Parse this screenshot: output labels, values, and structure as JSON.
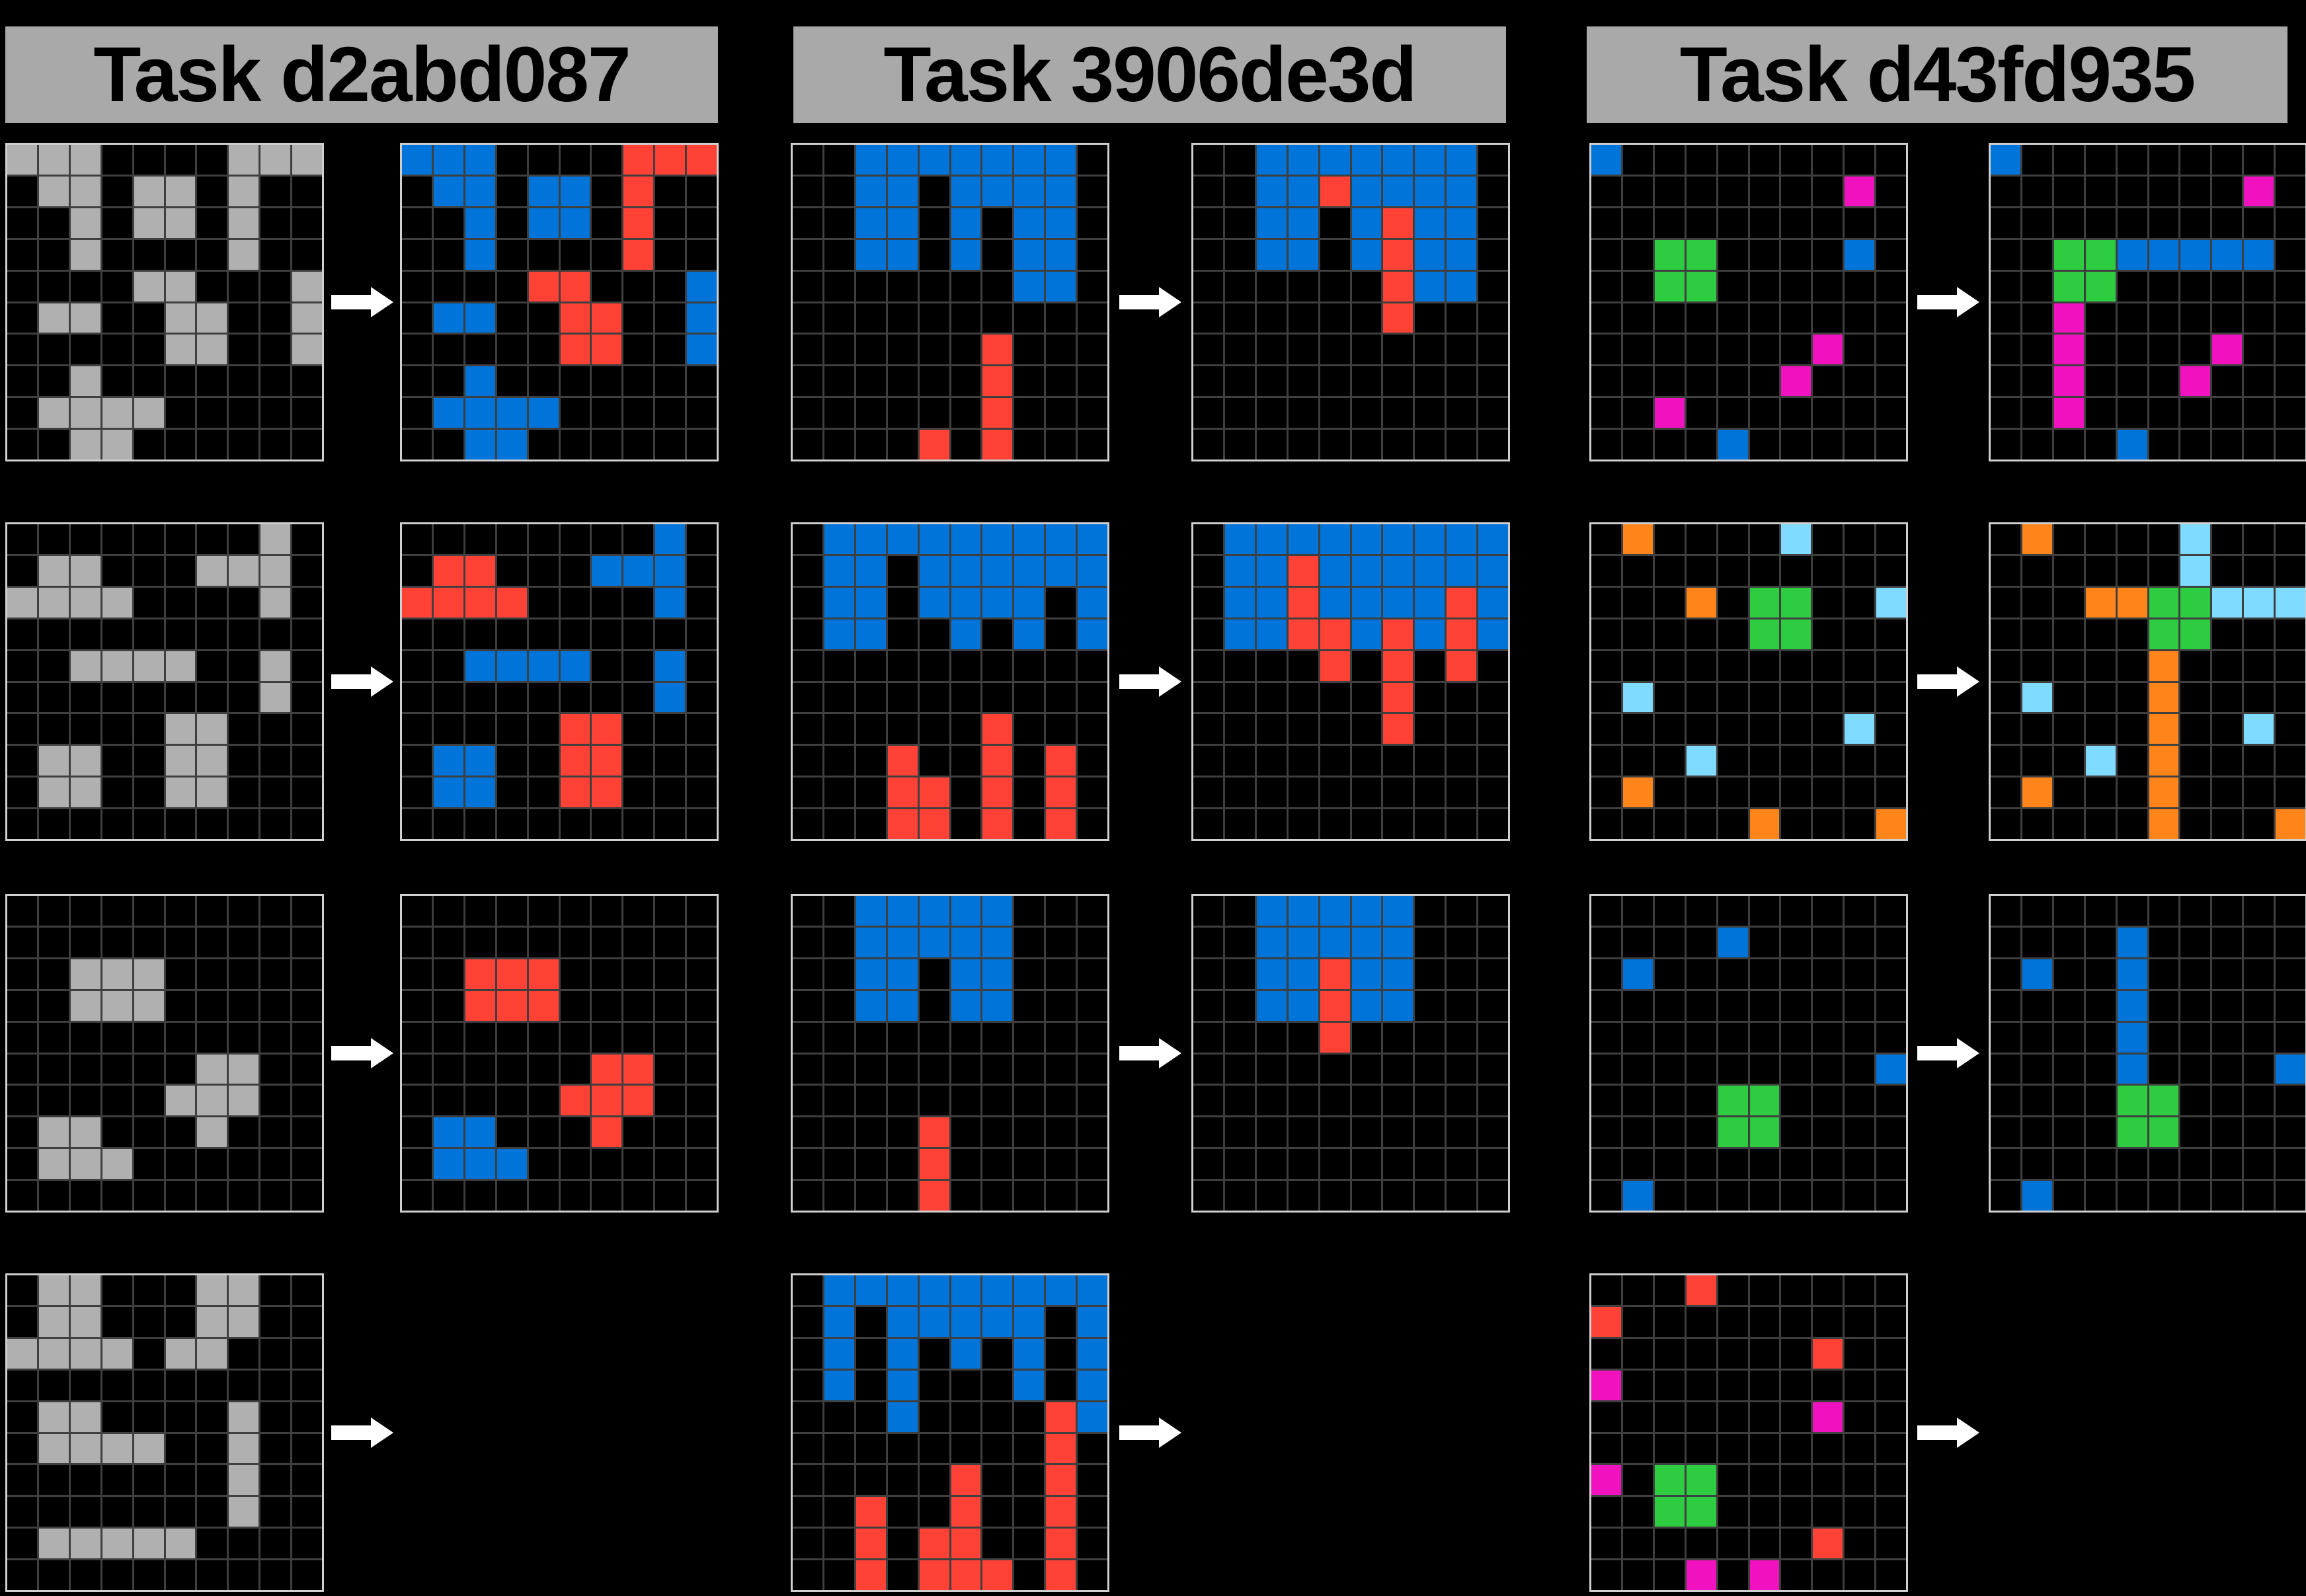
{
  "colors": {
    "background": "#000000",
    "title_bar": "#a9a9a9",
    "title_text": "#000000",
    "grid_line": "#3f3f3f",
    "grid_border": "#cfcfcf",
    "arrow": "#ffffff"
  },
  "palette": {
    ".": "#000000",
    "G": "#b0b0b0",
    "B": "#0074D9",
    "R": "#FF4136",
    "E": "#2ECC40",
    "M": "#F012BE",
    "C": "#7FDBFF",
    "O": "#FF851B"
  },
  "palette_legend": {
    ".": "black-empty",
    "G": "gray",
    "B": "blue",
    "R": "red",
    "E": "green",
    "M": "magenta",
    "C": "light-blue",
    "O": "orange"
  },
  "tasks": [
    {
      "title": "Task d2abd087",
      "pairs": [
        {
          "input": [
            "GGG....GGG",
            ".GG.GG.G..",
            "..G.GG.G..",
            "..G....G..",
            "....GG...G",
            ".GG..GG..G",
            ".....GG..G",
            "..G.......",
            ".GGGG.....",
            "..GG......"
          ],
          "output": [
            "BBB....RRR",
            ".BB.BB.R..",
            "..B.BB.R..",
            "..B....R..",
            "....RR...B",
            ".BB..RR..B",
            ".....RR..B",
            "..B.......",
            ".BBBB.....",
            "..BB......"
          ]
        },
        {
          "input": [
            "........G.",
            ".GG...GGG.",
            "GGGG....G.",
            "..........",
            "..GGGG..G.",
            "........G.",
            ".....GG...",
            ".GG..GG...",
            ".GG..GG...",
            ".........."
          ],
          "output": [
            "........B.",
            ".RR...BBB.",
            "RRRR....B.",
            "..........",
            "..BBBB..B.",
            "........B.",
            ".....RR...",
            ".BB..RR...",
            ".BB..RR...",
            ".........."
          ]
        },
        {
          "input": [
            "..........",
            "..........",
            "..GGG.....",
            "..GGG.....",
            "..........",
            "......GG..",
            ".....GGG..",
            ".GG...G...",
            ".GGG......",
            ".........."
          ],
          "output": [
            "..........",
            "..........",
            "..RRR.....",
            "..RRR.....",
            "..........",
            "......RR..",
            ".....RRR..",
            ".BB...R...",
            ".BBB......",
            ".........."
          ]
        },
        {
          "input": [
            ".GG...GG..",
            ".GG...GG..",
            "GGGG.GG...",
            "..........",
            ".GG....G..",
            ".GGGG..G..",
            ".......G..",
            ".......G..",
            ".GGGGG....",
            ".........."
          ],
          "output": null
        }
      ]
    },
    {
      "title": "Task 3906de3d",
      "pairs": [
        {
          "input": [
            "..BBBBBBB.",
            "..BB.BBBB.",
            "..BB.B.BB.",
            "..BB.B.BB.",
            ".......BB.",
            "..........",
            "......R...",
            "......R...",
            "......R...",
            "....R.R..."
          ],
          "output": [
            "..BBBBBBB.",
            "..BBRBBBB.",
            "..BB.BRBB.",
            "..BB.BRBB.",
            "......RBB.",
            "......R...",
            "..........",
            "..........",
            "..........",
            ".........."
          ]
        },
        {
          "input": [
            ".BBBBBBBBB",
            ".BB.BBBBBB",
            ".BB.BBBB.B",
            ".BB..B.B.B",
            "..........",
            "..........",
            "......R...",
            "...R..R.R.",
            "...RR.R.R.",
            "...RR.R.R."
          ],
          "output": [
            ".BBBBBBBBB",
            ".BBRBBBBBB",
            ".BBRBBBBRB",
            ".BBRRBRBRB",
            "....R.R.R.",
            "......R...",
            "......R...",
            "..........",
            "..........",
            ".........."
          ]
        },
        {
          "input": [
            "..BBBBB...",
            "..BBBBB...",
            "..BB.BB...",
            "..BB.BB...",
            "..........",
            "..........",
            "..........",
            "....R.....",
            "....R.....",
            "....R....."
          ],
          "output": [
            "..BBBBB...",
            "..BBBBB...",
            "..BBRBB...",
            "..BBRBB...",
            "....R.....",
            "..........",
            "..........",
            "..........",
            "..........",
            ".........."
          ]
        },
        {
          "input": [
            ".BBBBBBBBB",
            ".B.BBBBB.B",
            ".B.B.B.B.B",
            ".B.B...B.B",
            "...B....RB",
            "........R.",
            ".....R..R.",
            "..R..R..R.",
            "..R.RR..R.",
            "..R.RRR.R."
          ],
          "output": null
        }
      ]
    },
    {
      "title": "Task d43fd935",
      "pairs": [
        {
          "input": [
            "B.........",
            "........M.",
            "..........",
            "..EE....B.",
            "..EE......",
            "..........",
            ".......M..",
            "......M...",
            "..M.......",
            "....B....."
          ],
          "output": [
            "B.........",
            "........M.",
            "..........",
            "..EEBBBBB.",
            "..EE......",
            "..M.......",
            "..M....M..",
            "..M...M...",
            "..M.......",
            "....B....."
          ]
        },
        {
          "input": [
            ".O....C...",
            "..........",
            "...O.EE..C",
            ".....EE...",
            "..........",
            ".C........",
            "........C.",
            "...C......",
            ".O........",
            ".....O...O"
          ],
          "output": [
            ".O....C...",
            "......C...",
            "...OOEECCC",
            ".....EE...",
            ".....O....",
            ".C...O....",
            ".....O..C.",
            "...C.O....",
            ".O...O....",
            ".....O...O"
          ]
        },
        {
          "input": [
            "..........",
            "....B.....",
            ".B........",
            "..........",
            "..........",
            ".........B",
            "....EE....",
            "....EE....",
            "..........",
            ".B........"
          ],
          "output": [
            "..........",
            "....B.....",
            ".B..B.....",
            "....B.....",
            "....B.....",
            "....B....B",
            "....EE....",
            "....EE....",
            "..........",
            ".B........"
          ]
        },
        {
          "input": [
            "...R......",
            "R.........",
            ".......R..",
            "M.........",
            ".......M..",
            "..........",
            "M.EE......",
            "..EE......",
            ".......R..",
            "...M.M...."
          ],
          "output": null
        }
      ]
    }
  ]
}
